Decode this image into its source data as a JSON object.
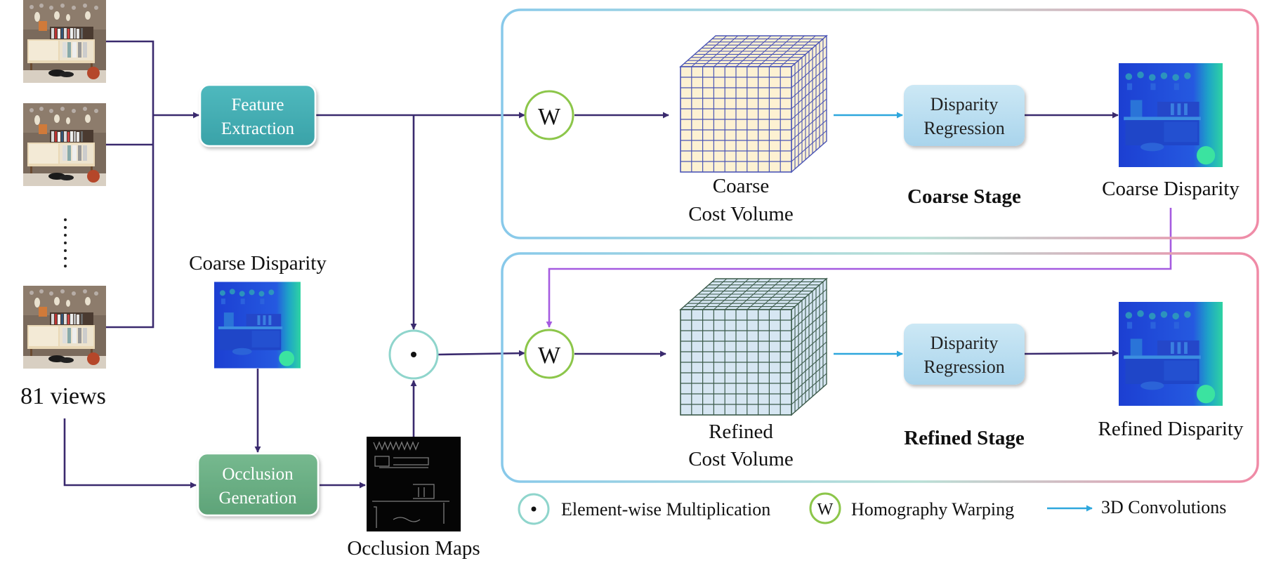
{
  "labels": {
    "views_count": "81 views",
    "feature_line1": "Feature",
    "feature_line2": "Extraction",
    "coarse_disp_input": "Coarse Disparity",
    "occlusion_line1": "Occlusion",
    "occlusion_line2": "Generation",
    "occlusion_maps": "Occlusion Maps",
    "warp_symbol": "W",
    "coarse_cv_line1": "Coarse",
    "coarse_cv_line2": "Cost Volume",
    "refined_cv_line1": "Refined",
    "refined_cv_line2": "Cost Volume",
    "regression_line1": "Disparity",
    "regression_line2": "Regression",
    "coarse_stage": "Coarse Stage",
    "refined_stage": "Refined Stage",
    "coarse_disp_output": "Coarse Disparity",
    "refined_disp_output": "Refined Disparity"
  },
  "legend": {
    "elementwise": "Element-wise Multiplication",
    "homography": "Homography Warping",
    "conv3d": "3D Convolutions"
  },
  "colors": {
    "arrow": "#3a2a6e",
    "conv_arrow": "#2ea7dd",
    "coarse_to_refined": "#a55be0",
    "feature_box": "#45aeb4",
    "occlusion_box": "#6aae84",
    "regression_box": "#bfe0f0",
    "coarse_volume_fill": "#fdf1d2",
    "coarse_volume_grid": "#4a55b6",
    "refined_volume_fill": "#d6e6f2",
    "refined_volume_grid": "#3b5a4a",
    "warp_circle": "#8cc64a",
    "mult_circle": "#8fd5cc"
  }
}
